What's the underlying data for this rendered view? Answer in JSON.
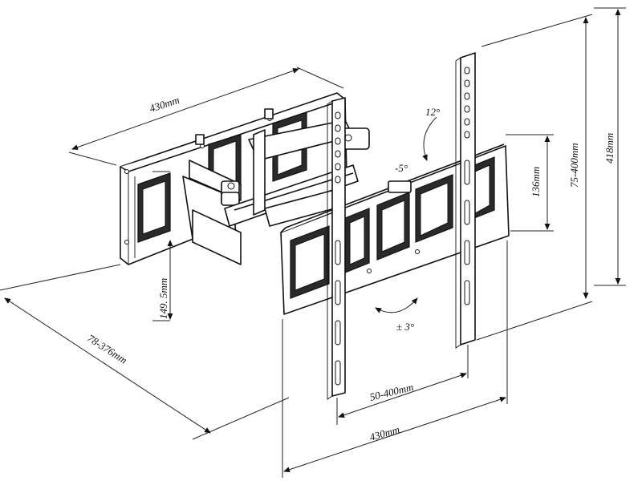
{
  "dimensions": {
    "wall_plate_width": "430mm",
    "wall_plate_height": "149. 5mm",
    "extension": "78-376mm",
    "tv_plate_height": "136mm",
    "vesa_vertical": "75-400mm",
    "total_height": "418mm",
    "vesa_horizontal": "50-400mm",
    "tv_plate_width": "430mm"
  },
  "angles": {
    "tilt_up": "12°",
    "tilt_down": "-5°",
    "rotation": "± 3°"
  }
}
